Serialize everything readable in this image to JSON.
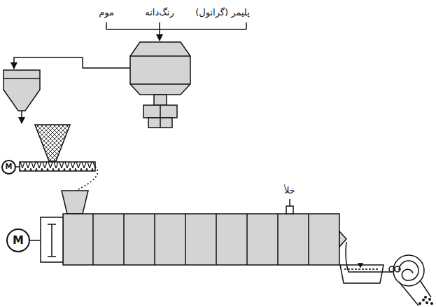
{
  "diagram": {
    "nodes": [
      {
        "text": [
          "M"
        ]
      },
      {
        "text": [
          "M"
        ]
      }
    ],
    "labels": [
      "پلیمر (گرانول)",
      "رنگ‌دانه",
      "موم",
      "خلأ"
    ]
  }
}
